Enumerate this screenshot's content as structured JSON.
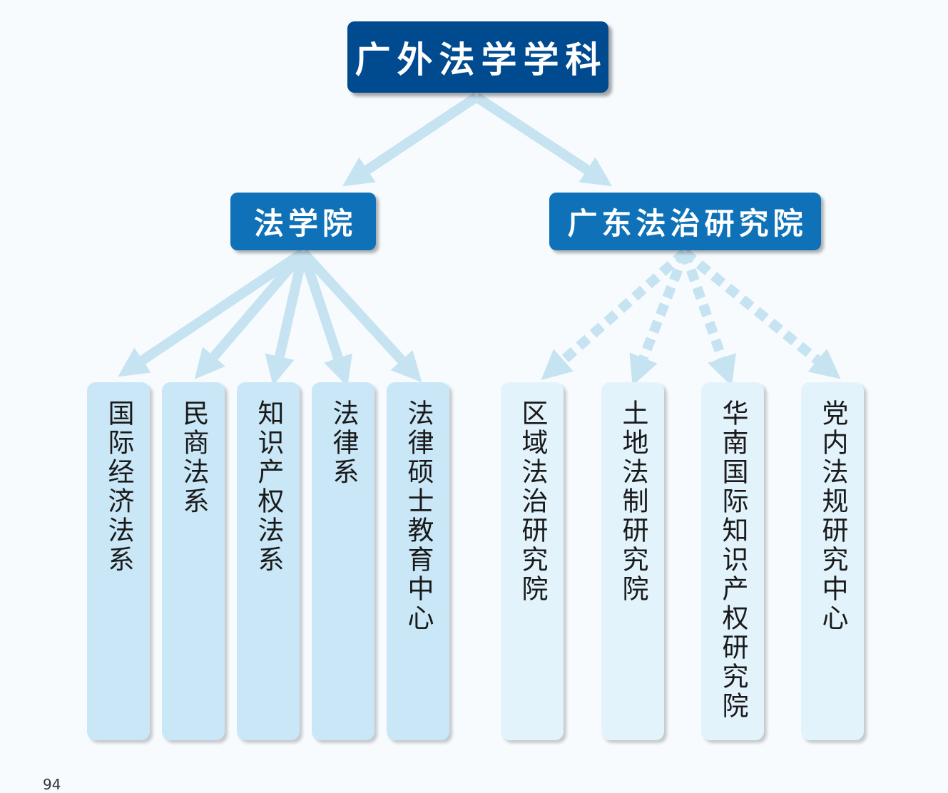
{
  "root": {
    "label": "广外法学学科"
  },
  "branches": [
    {
      "label": "法学院",
      "children": [
        "国际经济法系",
        "民商法系",
        "知识产权法系",
        "法律系",
        "法律硕士教育中心"
      ]
    },
    {
      "label": "广东法治研究院",
      "children": [
        "区域法治研究院",
        "土地法制研究院",
        "华南国际知识产权研究院",
        "党内法规研究中心"
      ]
    }
  ],
  "page_number": "94",
  "colors": {
    "root_box": "#004a8f",
    "branch_box": "#0f72b8",
    "leaf_box_left": "#c9e7f7",
    "leaf_box_right": "#e3f3fc",
    "arrow": "#c6e3f1"
  }
}
